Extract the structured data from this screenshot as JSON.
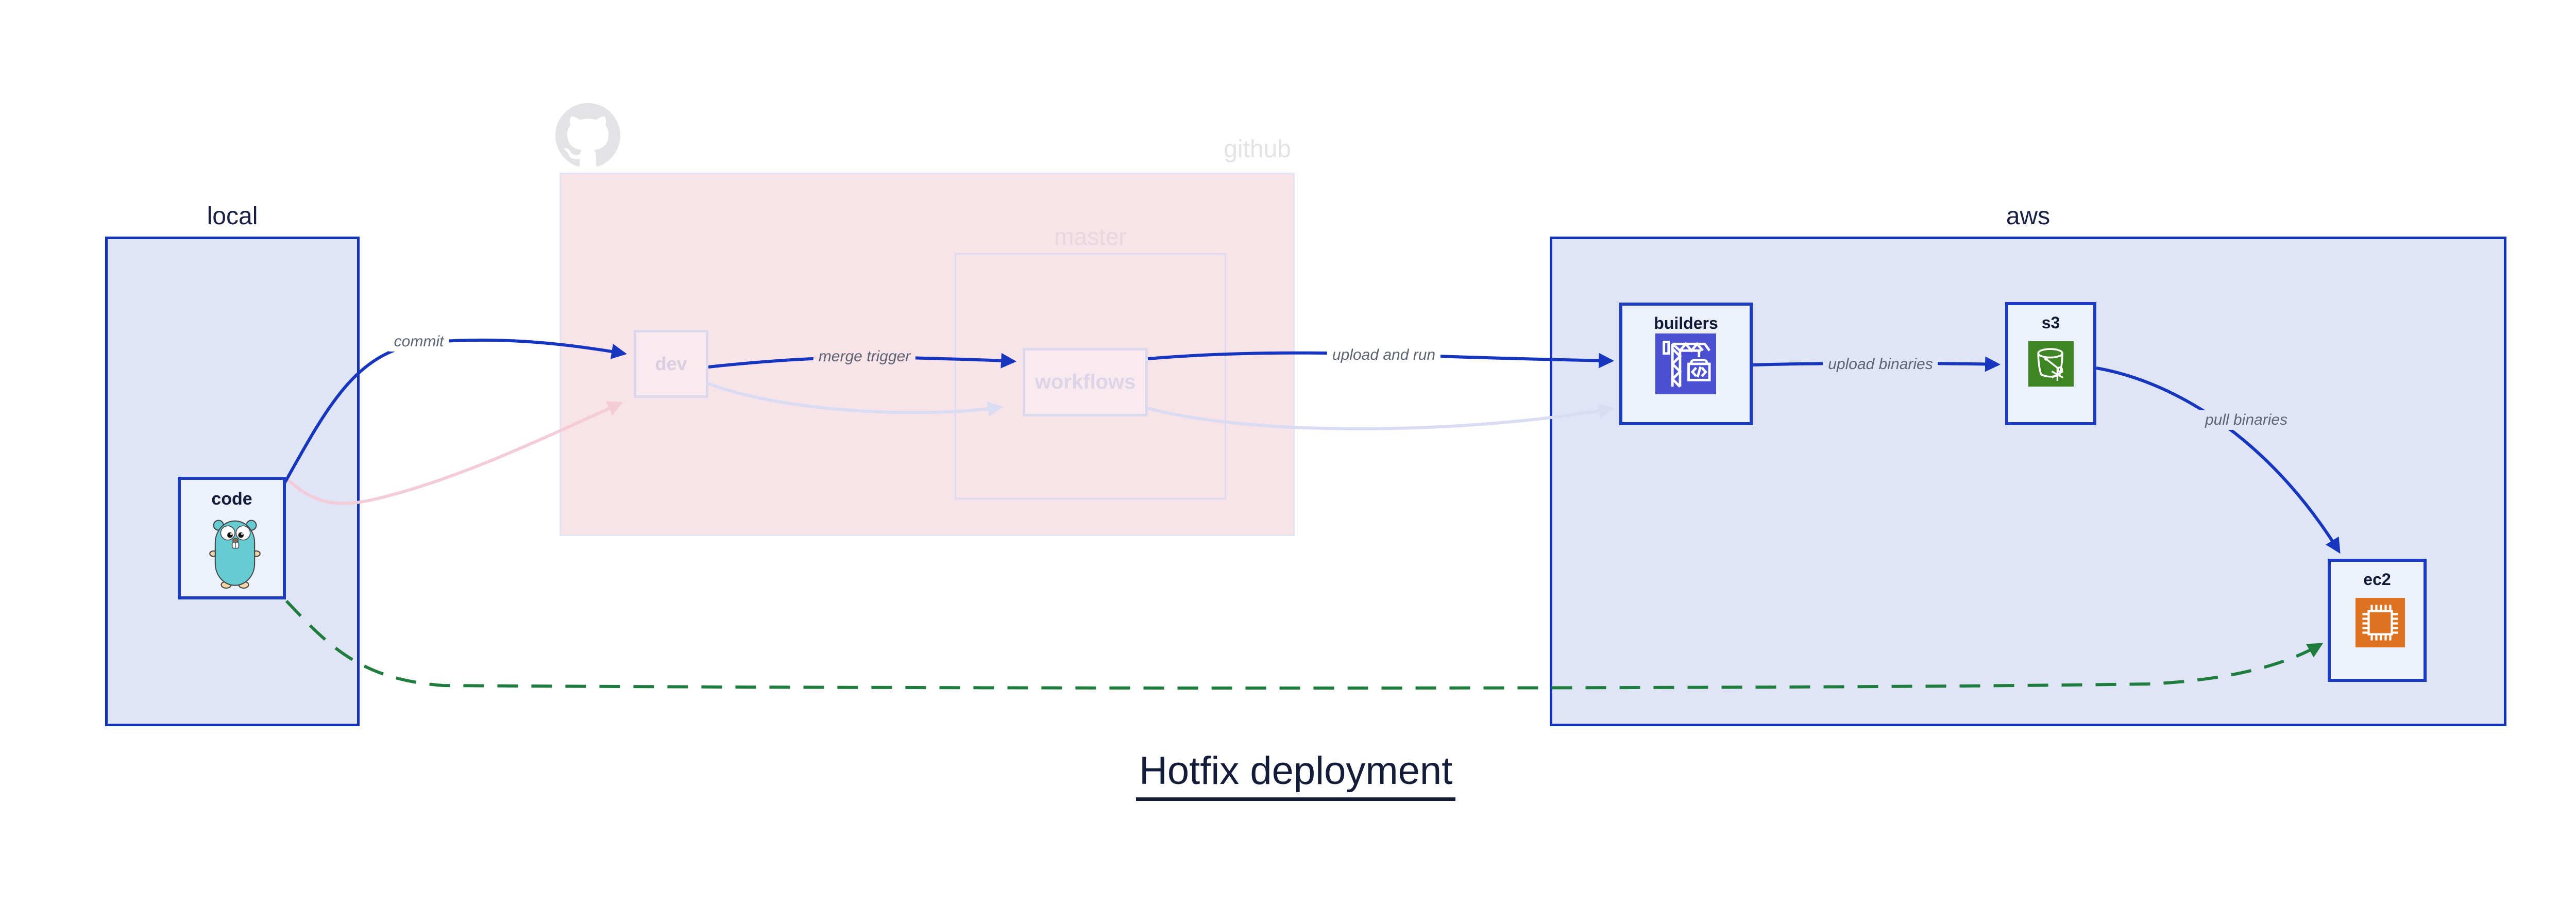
{
  "title": "Hotfix deployment",
  "groups": {
    "local": {
      "label": "local"
    },
    "github": {
      "label": "github",
      "master": {
        "label": "master"
      }
    },
    "aws": {
      "label": "aws"
    }
  },
  "nodes": {
    "code": {
      "label": "code",
      "icon": "go-gopher-icon"
    },
    "dev": {
      "label": "dev"
    },
    "workflows": {
      "label": "workflows"
    },
    "builders": {
      "label": "builders",
      "icon": "codebuild-crane-icon"
    },
    "s3": {
      "label": "s3",
      "icon": "s3-bucket-icon"
    },
    "ec2": {
      "label": "ec2",
      "icon": "ec2-chip-icon"
    }
  },
  "edges": {
    "commit": {
      "label": "commit"
    },
    "merge_trigger": {
      "label": "merge trigger"
    },
    "upload_and_run": {
      "label": "upload and run"
    },
    "upload_binaries": {
      "label": "upload binaries"
    },
    "pull_binaries": {
      "label": "pull binaries"
    },
    "hotfix_path": {
      "style": "dashed-green"
    }
  },
  "colors": {
    "group_fill": "#dfe5f7",
    "group_border": "#1432b8",
    "github_fill": "#f8e3e9",
    "faded_border": "#dcd9ef",
    "node_fill": "#edf1fb",
    "node_border": "#1b3cc2",
    "edge_blue": "#1636bf",
    "edge_green": "#1e7d3c",
    "edge_pink_faded": "#f4ccd8",
    "edge_lavender_faded": "#d9dcf2",
    "label_text": "#5d6472",
    "title_text": "#131c38",
    "codebuild_tile": "#4b50d2",
    "s3_tile": "#3e8624",
    "ec2_tile": "#dd7320"
  }
}
